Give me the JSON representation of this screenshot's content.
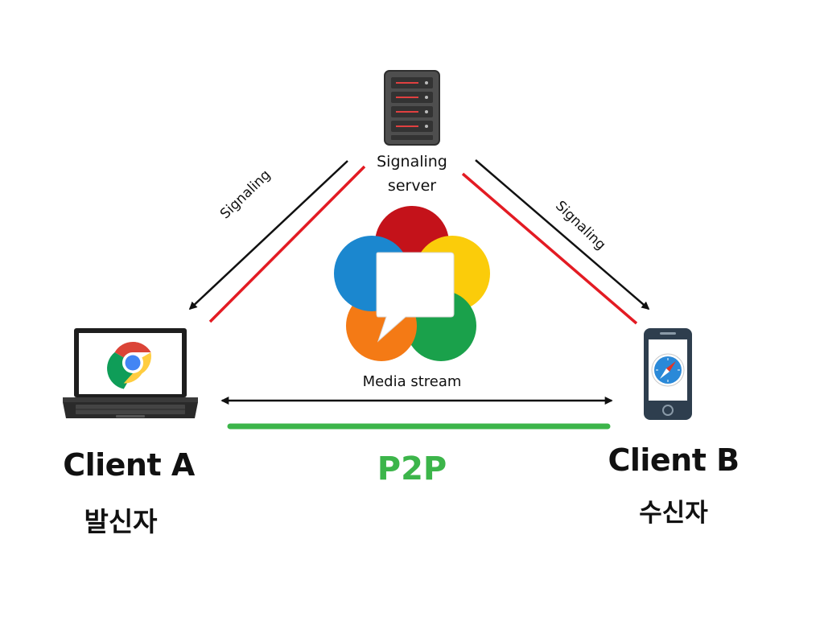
{
  "server": {
    "label_line1": "Signaling",
    "label_line2": "server",
    "icon": "server-icon"
  },
  "links": {
    "signaling_left": "Signaling",
    "signaling_right": "Signaling",
    "media": "Media stream",
    "p2p": "P2P"
  },
  "client_a": {
    "name": "Client A",
    "role": "발신자",
    "device_icon": "laptop-icon",
    "browser_icon": "chrome-icon"
  },
  "client_b": {
    "name": "Client B",
    "role": "수신자",
    "device_icon": "smartphone-icon",
    "browser_icon": "safari-icon"
  },
  "logo": "webrtc-logo",
  "colors": {
    "signaling_line": "#e31b23",
    "p2p_line": "#3cb54a",
    "p2p_text": "#3cb54a",
    "arrow": "#111111",
    "webrtc_red": "#c4121a",
    "webrtc_blue": "#1b87cf",
    "webrtc_yellow": "#fbcc0a",
    "webrtc_green": "#1aa14b",
    "webrtc_orange": "#f47a15"
  }
}
